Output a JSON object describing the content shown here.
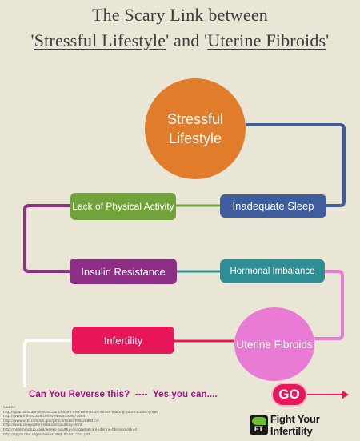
{
  "title": {
    "line1": "The Scary Link between",
    "line2_pre": "'",
    "line2_term1": "Stressful Lifestyle",
    "line2_mid": "' and '",
    "line2_term2": "Uterine Fibroids",
    "line2_post": "'"
  },
  "nodes": {
    "stressful_lifestyle": "Stressful Lifestyle",
    "inadequate_sleep": "Inadequate Sleep",
    "lack_of_activity": "Lack of Physical Activity",
    "insulin_resistance": "Insulin Resistance",
    "hormonal_imbalance": "Hormonal Imbalance",
    "uterine_fibroids": "Uterine Fibroids",
    "infertility": "Infertility"
  },
  "cta": {
    "question": "Can You Reverse this?  ----  Yes you can....",
    "go_label": "GO"
  },
  "sources": {
    "heading": "Source:",
    "links": [
      "http://guardiancanmorechic.com/health-and-wellness/is-stress-making-your-fibroids-grow/",
      "http://www.mindscape.com/views/article/77484",
      "http://www.ncbi.nlm.nih.gov/pmc/articles/PMC2680407/",
      "http://www.sleepsafemedia.com/journey.shtml",
      "http://healthmotup.com/weeks-healthy-living/what-are-uterine-fibroids/24634",
      "http://apjcn.nhri.org.tw/server/APJCN/22/1/105.pdf"
    ]
  },
  "logo": {
    "mark": "FT",
    "text": "Fight Your Infertility"
  },
  "colors": {
    "background": "#eae6d6",
    "stress": "#e07c2a",
    "sleep": "#3f5c9c",
    "activity": "#72a23a",
    "insulin": "#8e2f86",
    "hormonal": "#2f8d94",
    "fibroids": "#ea7bd5",
    "infertility": "#e8175a",
    "cta_text": "#a0158a"
  }
}
